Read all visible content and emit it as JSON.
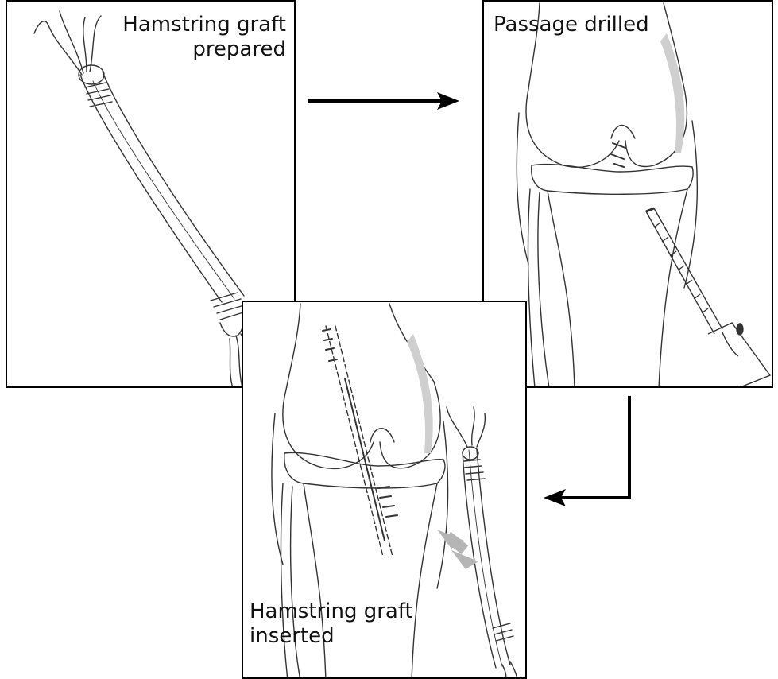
{
  "panels": {
    "graft_prepared": {
      "label": "Hamstring graft\nprepared"
    },
    "passage_drilled": {
      "label": "Passage drilled"
    },
    "graft_inserted": {
      "label": "Hamstring graft\ninserted"
    }
  },
  "colors": {
    "border": "#000000",
    "line_art": "#333333",
    "shading": "#cfcfcf",
    "insertion_arrow": "#b5b5b5"
  }
}
